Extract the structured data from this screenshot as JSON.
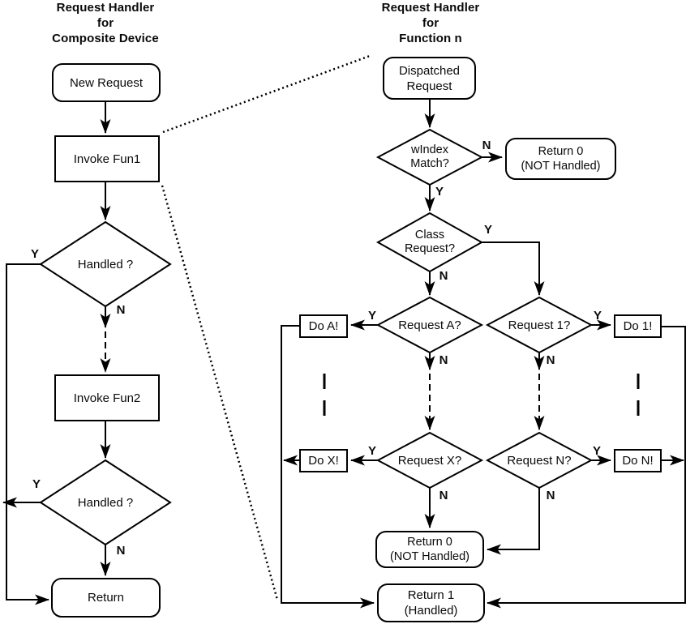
{
  "edge_labels": {
    "yes": "Y",
    "no": "N"
  },
  "left_chart": {
    "title": "Request Handler\nfor\nComposite Device",
    "nodes": {
      "new_request": "New Request",
      "invoke_fun1": "Invoke Fun1",
      "handled_1": "Handled ?",
      "invoke_fun2": "Invoke Fun2",
      "handled_2": "Handled ?",
      "return": "Return"
    }
  },
  "right_chart": {
    "title": "Request Handler\nfor\nFunction n",
    "nodes": {
      "dispatched_request": "Dispatched\nRequest",
      "windex_match": "wIndex\nMatch?",
      "class_request": "Class\nRequest?",
      "request_a": "Request A?",
      "request_1": "Request 1?",
      "do_a": "Do A!",
      "do_1": "Do 1!",
      "request_x": "Request X?",
      "request_n": "Request N?",
      "do_x": "Do X!",
      "do_n": "Do N!",
      "return_0_windex": "Return 0\n(NOT Handled)",
      "return_0_bottom": "Return 0\n(NOT Handled)",
      "return_1": "Return 1\n(Handled)"
    }
  },
  "colors": {
    "stroke": "#000000",
    "background": "#ffffff",
    "text": "#0a0a0a"
  }
}
